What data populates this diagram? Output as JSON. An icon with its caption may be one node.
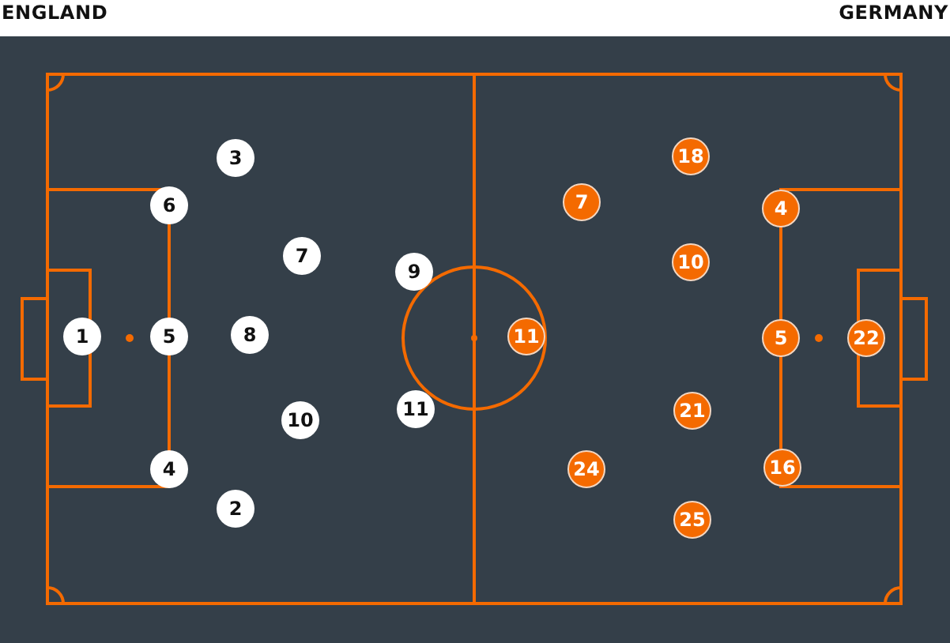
{
  "diagram": {
    "nodes": [
      {
        "text": [
          "1"
        ]
      },
      {
        "text": [
          "5"
        ]
      },
      {
        "text": [
          "6"
        ]
      },
      {
        "text": [
          "4"
        ]
      },
      {
        "text": [
          "3"
        ]
      },
      {
        "text": [
          "2"
        ]
      },
      {
        "text": [
          "8"
        ]
      },
      {
        "text": [
          "7"
        ]
      },
      {
        "text": [
          "10"
        ]
      },
      {
        "text": [
          "9"
        ]
      },
      {
        "text": [
          "11"
        ]
      },
      {
        "text": [
          "11"
        ]
      },
      {
        "text": [
          "7"
        ]
      },
      {
        "text": [
          "18"
        ]
      },
      {
        "text": [
          "10"
        ]
      },
      {
        "text": [
          "21"
        ]
      },
      {
        "text": [
          "24"
        ]
      },
      {
        "text": [
          "25"
        ]
      },
      {
        "text": [
          "4"
        ]
      },
      {
        "text": [
          "5"
        ]
      },
      {
        "text": [
          "16"
        ]
      },
      {
        "text": [
          "22"
        ]
      }
    ],
    "labels": [
      "ENGLAND",
      "GERMANY"
    ]
  }
}
